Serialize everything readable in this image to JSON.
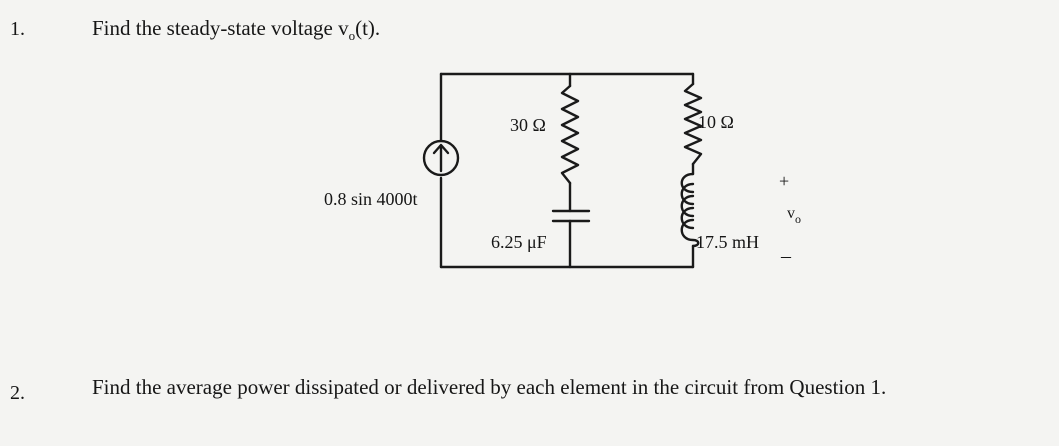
{
  "questions": [
    {
      "number": "1.",
      "text_prefix": "Find the steady-state voltage v",
      "text_subscript": "o",
      "text_suffix": "(t)."
    },
    {
      "number": "2.",
      "text": "Find the average power dissipated or delivered by each element in the circuit from Question 1."
    }
  ],
  "circuit": {
    "source_label": "0.8 sin 4000t",
    "resistor_1_label": "30 Ω",
    "capacitor_label": "6.25 μF",
    "resistor_2_label": "10 Ω",
    "inductor_label": "17.5 mH",
    "output_plus": "+",
    "output_minus": "–",
    "output_label": "v",
    "output_subscript": "o"
  }
}
